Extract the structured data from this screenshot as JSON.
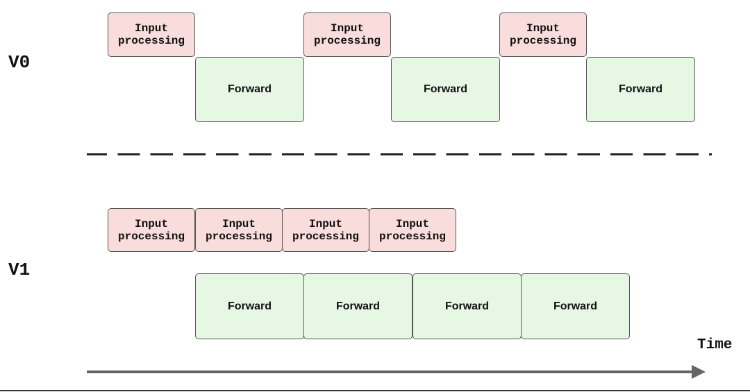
{
  "rows": {
    "v0": {
      "label": "V0",
      "input_boxes": [
        {
          "text": "Input\nprocessing"
        },
        {
          "text": "Input\nprocessing"
        },
        {
          "text": "Input\nprocessing"
        }
      ],
      "forward_boxes": [
        {
          "text": "Forward"
        },
        {
          "text": "Forward"
        },
        {
          "text": "Forward"
        }
      ]
    },
    "v1": {
      "label": "V1",
      "input_boxes": [
        {
          "text": "Input\nprocessing"
        },
        {
          "text": "Input\nprocessing"
        },
        {
          "text": "Input\nprocessing"
        },
        {
          "text": "Input\nprocessing"
        }
      ],
      "forward_boxes": [
        {
          "text": "Forward"
        },
        {
          "text": "Forward"
        },
        {
          "text": "Forward"
        },
        {
          "text": "Forward"
        }
      ]
    }
  },
  "axis": {
    "label": "Time"
  },
  "colors": {
    "input_fill": "#f9dcdc",
    "forward_fill": "#e6f7e4",
    "border": "#555555",
    "axis": "#666666"
  }
}
